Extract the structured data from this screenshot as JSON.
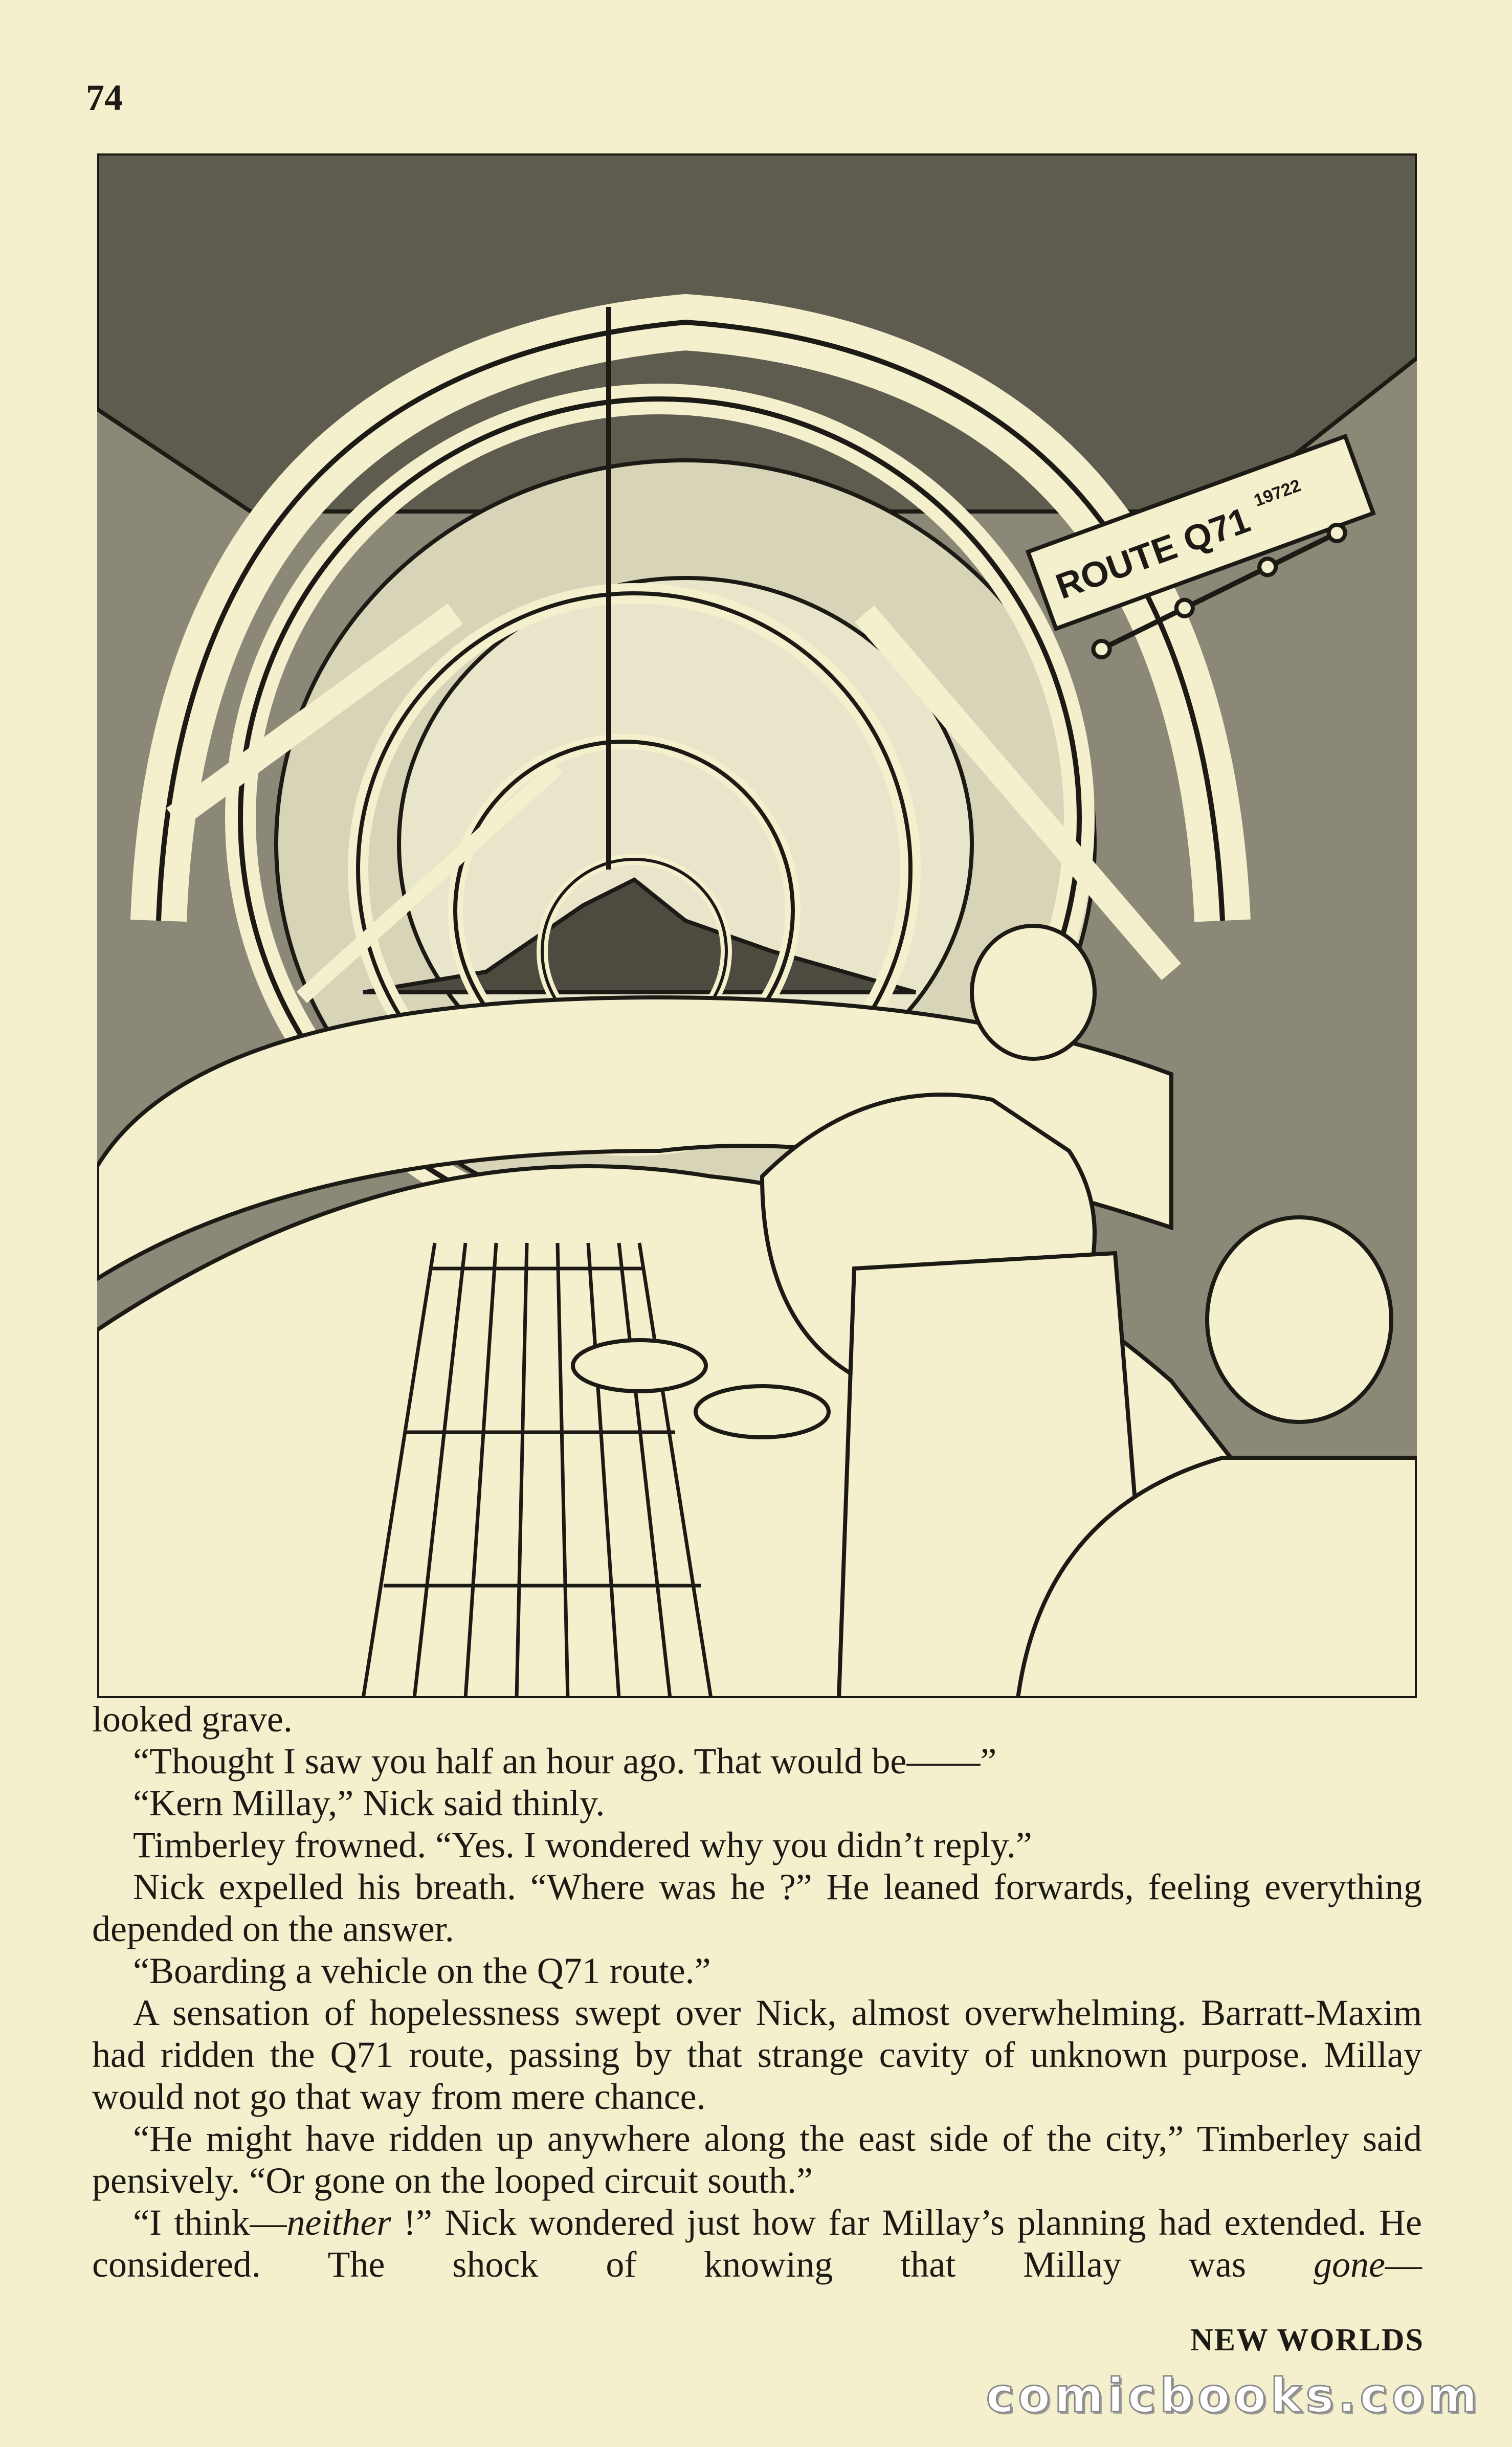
{
  "page": {
    "number": "74",
    "footer": "NEW WORLDS",
    "watermark": "comicbooks.com"
  },
  "illustration": {
    "sign_text": "ROUTE Q71",
    "sign_number": "19722"
  },
  "body": {
    "paragraphs": [
      "looked grave.",
      "“Thought I saw you half an hour ago.  That would be——”",
      "“Kern Millay,” Nick said thinly.",
      "Timberley frowned.  “Yes.  I wondered why you didn’t reply.”",
      "Nick expelled his breath.  “Where was he ?”  He leaned forwards, feeling everything depended on the answer.",
      "“Boarding a vehicle on the Q71 route.”",
      "A sensation of hopelessness swept over Nick, almost overwhelming. Barratt-Maxim had ridden the Q71 route, passing by that strange cavity of unknown purpose.  Millay would not go that way from mere chance.",
      "“He might have ridden up anywhere along the east side of the city,” Timberley said pensively.  “Or gone on the looped circuit south.”"
    ],
    "last_paragraph": {
      "before": "“I think—",
      "emphasis1": "neither",
      "middle": " !”  Nick wondered just how far Millay’s planning had extended.  He considered.  The shock of knowing that Millay was ",
      "emphasis2": "gone",
      "after": "—"
    }
  }
}
